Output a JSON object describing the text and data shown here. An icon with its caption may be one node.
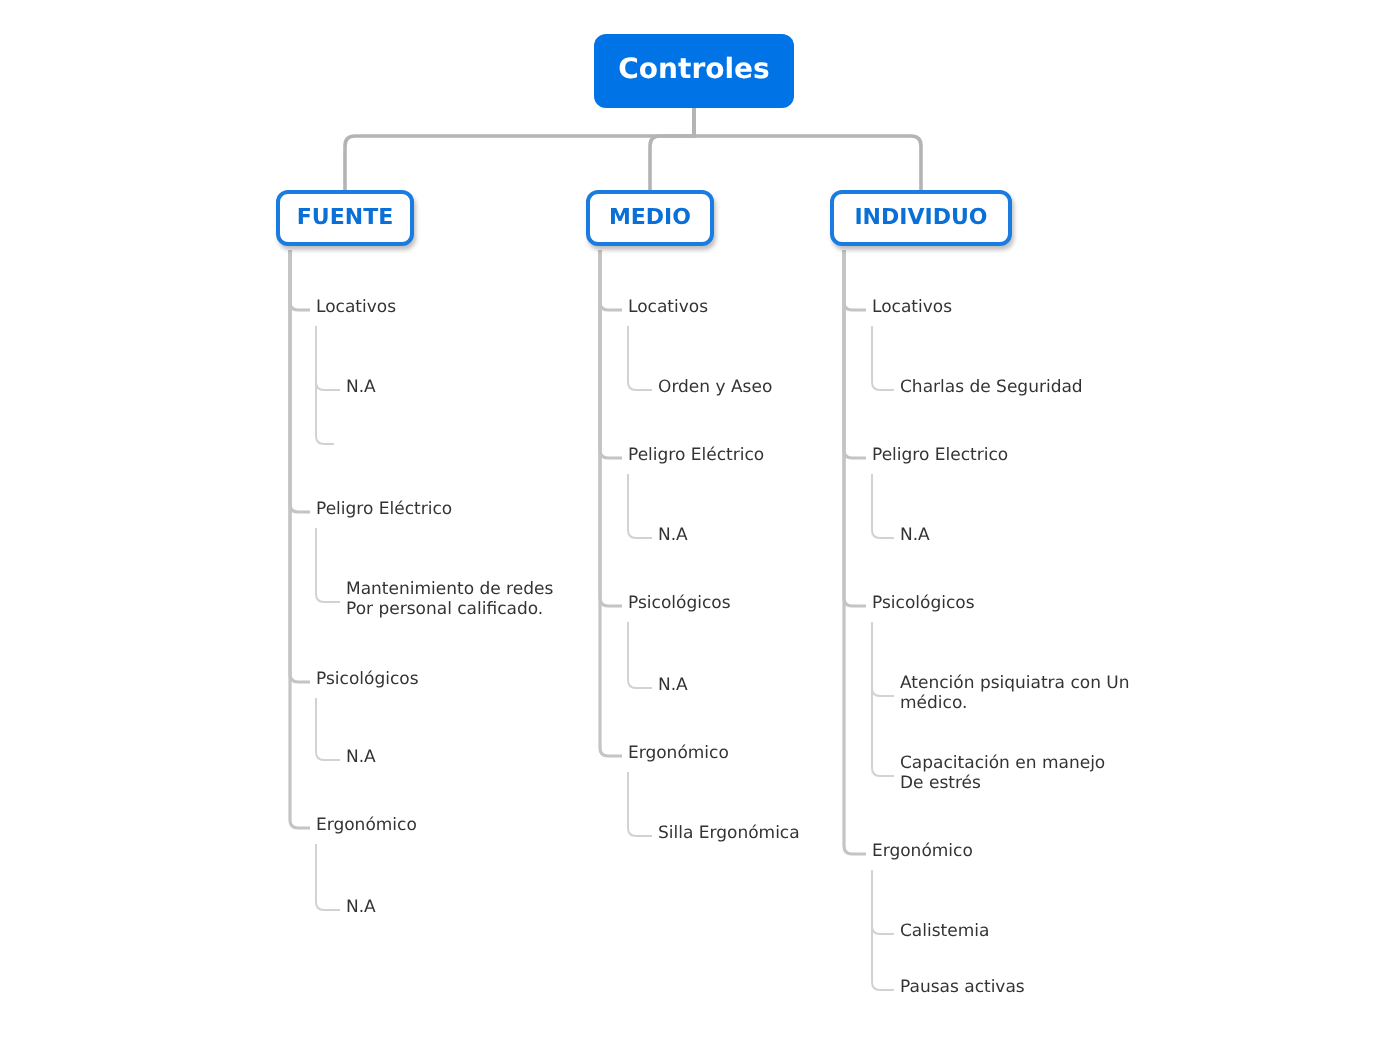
{
  "diagram": {
    "nodes": [
      {
        "text": [
          "Controles"
        ]
      },
      {
        "text": [
          "FUENTE"
        ]
      },
      {
        "text": [
          "MEDIO"
        ]
      },
      {
        "text": [
          "INDIVIDUO"
        ]
      },
      {
        "text": [
          "Locativos"
        ]
      },
      {
        "text": [
          "N.A"
        ]
      },
      {
        "text": [
          "Peligro Eléctrico"
        ]
      },
      {
        "text": [
          "Mantenimiento de redes Por personal calificado."
        ]
      },
      {
        "text": [
          "Psicológicos"
        ]
      },
      {
        "text": [
          "N.A"
        ]
      },
      {
        "text": [
          "Ergonómico"
        ]
      },
      {
        "text": [
          "N.A"
        ]
      },
      {
        "text": [
          "Locativos"
        ]
      },
      {
        "text": [
          "Orden y Aseo"
        ]
      },
      {
        "text": [
          "Peligro Eléctrico"
        ]
      },
      {
        "text": [
          "N.A"
        ]
      },
      {
        "text": [
          "Psicológicos"
        ]
      },
      {
        "text": [
          "N.A"
        ]
      },
      {
        "text": [
          "Ergonómico"
        ]
      },
      {
        "text": [
          "Silla Ergonómica"
        ]
      },
      {
        "text": [
          "Locativos"
        ]
      },
      {
        "text": [
          "Charlas de Seguridad"
        ]
      },
      {
        "text": [
          "Peligro Electrico"
        ]
      },
      {
        "text": [
          "N.A"
        ]
      },
      {
        "text": [
          "Psicológicos"
        ]
      },
      {
        "text": [
          "Atención psiquiatra con Un médico."
        ]
      },
      {
        "text": [
          "Capacitación en manejo De estrés"
        ]
      },
      {
        "text": [
          "Ergonómico"
        ]
      },
      {
        "text": [
          "Calistemia"
        ]
      },
      {
        "text": [
          "Pausas activas"
        ]
      }
    ],
    "edges": [
      {
        "from": 0,
        "to": 1,
        "arrow": "none"
      },
      {
        "from": 0,
        "to": 2,
        "arrow": "none"
      },
      {
        "from": 0,
        "to": 3,
        "arrow": "none"
      },
      {
        "from": 1,
        "to": 4,
        "arrow": "none"
      },
      {
        "from": 4,
        "to": 5,
        "arrow": "none"
      },
      {
        "from": 4,
        "to": null,
        "arrow": "none"
      },
      {
        "from": 1,
        "to": 6,
        "arrow": "none"
      },
      {
        "from": 6,
        "to": 7,
        "arrow": "none"
      },
      {
        "from": 1,
        "to": 8,
        "arrow": "none"
      },
      {
        "from": 8,
        "to": 9,
        "arrow": "none"
      },
      {
        "from": 1,
        "to": 10,
        "arrow": "none"
      },
      {
        "from": 10,
        "to": 11,
        "arrow": "none"
      },
      {
        "from": 2,
        "to": 12,
        "arrow": "none"
      },
      {
        "from": 12,
        "to": 13,
        "arrow": "none"
      },
      {
        "from": 2,
        "to": 14,
        "arrow": "none"
      },
      {
        "from": 14,
        "to": 15,
        "arrow": "none"
      },
      {
        "from": 2,
        "to": 16,
        "arrow": "none"
      },
      {
        "from": 16,
        "to": 17,
        "arrow": "none"
      },
      {
        "from": 2,
        "to": 18,
        "arrow": "none"
      },
      {
        "from": 18,
        "to": 19,
        "arrow": "none"
      },
      {
        "from": 3,
        "to": 20,
        "arrow": "none"
      },
      {
        "from": 20,
        "to": 21,
        "arrow": "none"
      },
      {
        "from": 3,
        "to": 22,
        "arrow": "none"
      },
      {
        "from": 22,
        "to": 23,
        "arrow": "none"
      },
      {
        "from": 3,
        "to": 24,
        "arrow": "none"
      },
      {
        "from": 24,
        "to": 25,
        "arrow": "none"
      },
      {
        "from": 24,
        "to": 26,
        "arrow": "none"
      },
      {
        "from": 3,
        "to": 27,
        "arrow": "none"
      },
      {
        "from": 27,
        "to": 28,
        "arrow": "none"
      },
      {
        "from": 27,
        "to": 29,
        "arrow": "none"
      }
    ]
  }
}
